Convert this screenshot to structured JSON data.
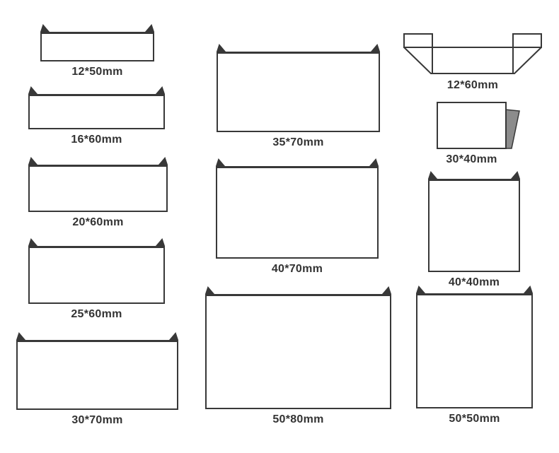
{
  "diagram": {
    "description": "Paper bag size chart line drawing",
    "line_color": "#383838",
    "flap_color": "#8c8c8c",
    "label_color": "#333333",
    "background_color": "#ffffff",
    "bags": [
      {
        "id": "12x50",
        "label": "12*50mm",
        "style": "folded-top-corners"
      },
      {
        "id": "16x60",
        "label": "16*60mm",
        "style": "folded-top-corners"
      },
      {
        "id": "20x60",
        "label": "20*60mm",
        "style": "folded-top-corners"
      },
      {
        "id": "25x60",
        "label": "25*60mm",
        "style": "folded-top-corners"
      },
      {
        "id": "30x70",
        "label": "30*70mm",
        "style": "folded-top-corners"
      },
      {
        "id": "35x70",
        "label": "35*70mm",
        "style": "folded-top-corners"
      },
      {
        "id": "40x70",
        "label": "40*70mm",
        "style": "folded-top-corners"
      },
      {
        "id": "50x80",
        "label": "50*80mm",
        "style": "folded-top-corners"
      },
      {
        "id": "12x60",
        "label": "12*60mm",
        "style": "open-unfolded"
      },
      {
        "id": "30x40",
        "label": "30*40mm",
        "style": "side-flap"
      },
      {
        "id": "40x40",
        "label": "40*40mm",
        "style": "folded-top-corners"
      },
      {
        "id": "50x50",
        "label": "50*50mm",
        "style": "folded-top-corners"
      }
    ]
  }
}
